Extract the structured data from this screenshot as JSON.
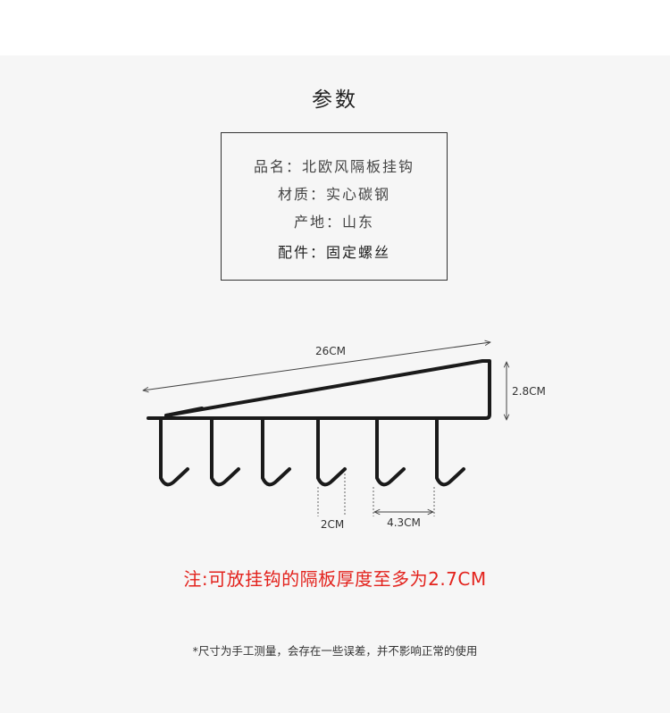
{
  "title": "参数",
  "specs": {
    "name": "品名：北欧风隔板挂钩",
    "material": "材质：实心碳钢",
    "origin": "产地：山东",
    "accessory": "配件：固定螺丝"
  },
  "dimensions": {
    "length": "26CM",
    "height": "2.8CM",
    "hook_width": "2CM",
    "hook_spacing": "4.3CM"
  },
  "note": "注:可放挂钩的隔板厚度至多为2.7CM",
  "footer": "*尺寸为手工测量，会存在一些误差，并不影响正常的使用",
  "colors": {
    "accent_red": "#e3231d",
    "product": "#1a1a1a"
  }
}
